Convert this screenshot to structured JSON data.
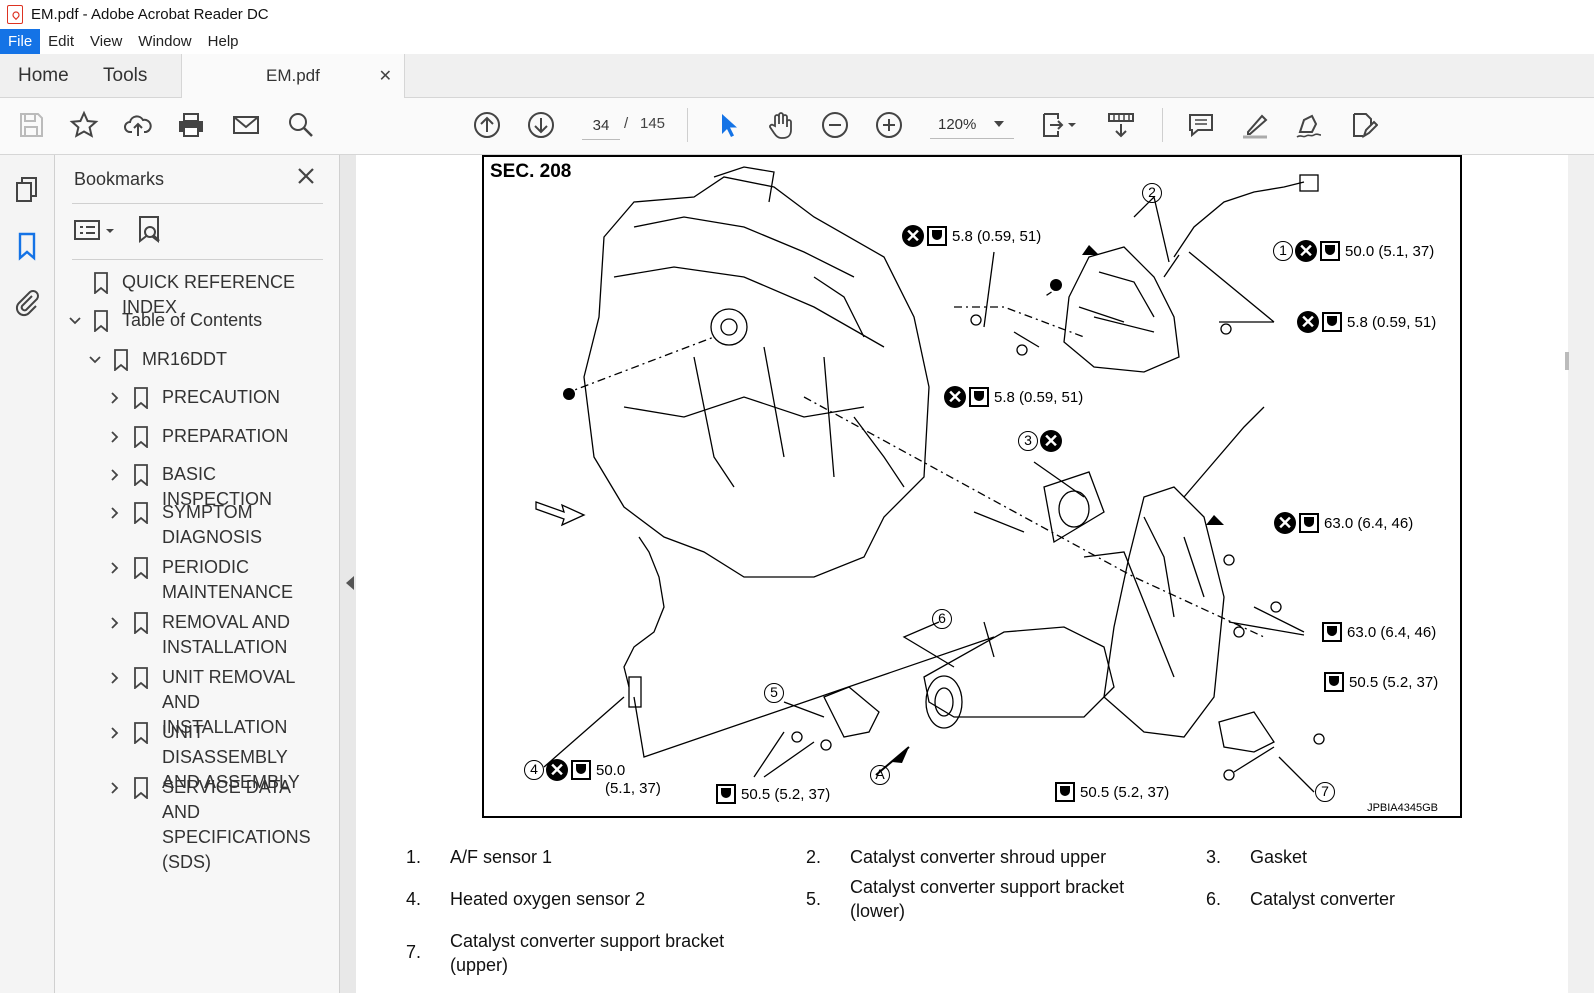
{
  "window": {
    "title": "EM.pdf - Adobe Acrobat Reader DC"
  },
  "menu": [
    "File",
    "Edit",
    "View",
    "Window",
    "Help"
  ],
  "tabs": {
    "home": "Home",
    "tools": "Tools",
    "document": "EM.pdf"
  },
  "toolbar": {
    "page_current": "34",
    "page_sep": "/",
    "page_total": "145",
    "zoom": "120%"
  },
  "bookmarks": {
    "title": "Bookmarks",
    "items": [
      {
        "label": "QUICK REFERENCE INDEX",
        "level": 0,
        "chevron": "none"
      },
      {
        "label": "Table of Contents",
        "level": 0,
        "chevron": "down"
      },
      {
        "label": "MR16DDT",
        "level": 1,
        "chevron": "down"
      },
      {
        "label": "PRECAUTION",
        "level": 2,
        "chevron": "right"
      },
      {
        "label": "PREPARATION",
        "level": 2,
        "chevron": "right"
      },
      {
        "label": "BASIC INSPECTION",
        "level": 2,
        "chevron": "right"
      },
      {
        "label": "SYMPTOM DIAGNOSIS",
        "level": 2,
        "chevron": "right"
      },
      {
        "label": "PERIODIC MAINTENANCE",
        "level": 2,
        "chevron": "right"
      },
      {
        "label": "REMOVAL AND INSTALLATION",
        "level": 2,
        "chevron": "right"
      },
      {
        "label": "UNIT REMOVAL AND INSTALLATION",
        "level": 2,
        "chevron": "right"
      },
      {
        "label": "UNIT DISASSEMBLY AND ASSEMBLY",
        "level": 2,
        "chevron": "right"
      },
      {
        "label": "SERVICE DATA AND SPECIFICATIONS (SDS)",
        "level": 2,
        "chevron": "right"
      }
    ]
  },
  "figure": {
    "section": "SEC. 208",
    "figure_id": "JPBIA4345GB",
    "callouts": {
      "c1": "50.0 (5.1, 37)",
      "c2": "5.8 (0.59, 51)",
      "c3": "5.8 (0.59, 51)",
      "c4": "5.8 (0.59, 51)",
      "c5": "63.0 (6.4, 46)",
      "c6": "63.0 (6.4, 46)",
      "c7": "50.5 (5.2, 37)",
      "c8a": "50.0",
      "c8b": "(5.1, 37)",
      "c9": "50.5 (5.2, 37)",
      "c10": "50.5 (5.2, 37)"
    },
    "numbers": [
      "1",
      "2",
      "3",
      "4",
      "5",
      "6",
      "7"
    ],
    "ref": "A"
  },
  "legend": [
    {
      "n": "1.",
      "t": "A/F sensor 1"
    },
    {
      "n": "2.",
      "t": "Catalyst converter shroud upper"
    },
    {
      "n": "3.",
      "t": "Gasket"
    },
    {
      "n": "4.",
      "t": "Heated oxygen sensor 2"
    },
    {
      "n": "5.",
      "t": "Catalyst converter support bracket (lower)"
    },
    {
      "n": "6.",
      "t": "Catalyst converter"
    },
    {
      "n": "7.",
      "t": "Catalyst converter support bracket (upper)"
    }
  ],
  "colors": {
    "accent": "#1473e6",
    "select_arrow": "#1473e6"
  }
}
